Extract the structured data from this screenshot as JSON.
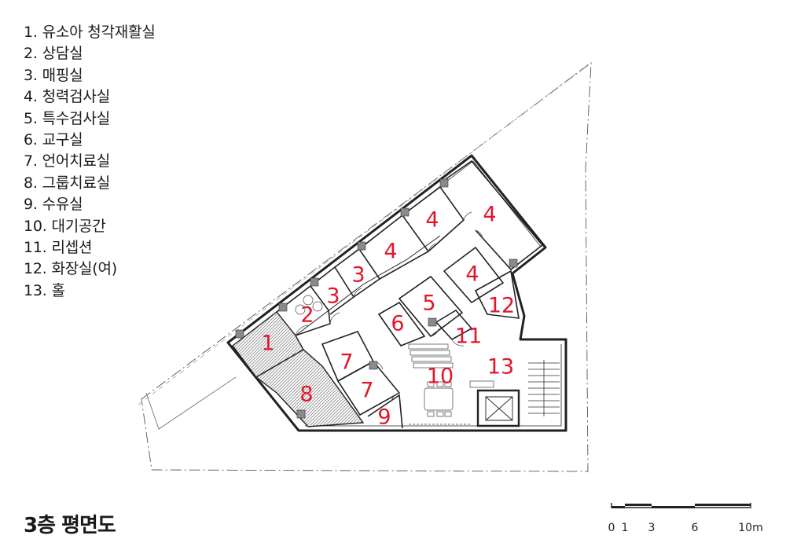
{
  "legend": [
    "1. 유소아 청각재활실",
    "2. 상담실",
    "3. 매핑실",
    "4. 청력검사실",
    "5. 특수검사실",
    "6. 교구실",
    "7. 언어치료실",
    "8. 그룹치료실",
    "9. 수유실",
    "10. 대기공간",
    "11. 리셉션",
    "12. 화장실(여)",
    "13. 홀"
  ],
  "title": "3층 평면도",
  "room_labels": [
    {
      "id": "r1",
      "text": "1"
    },
    {
      "id": "r2",
      "text": "2"
    },
    {
      "id": "r3a",
      "text": "3"
    },
    {
      "id": "r3b",
      "text": "3"
    },
    {
      "id": "r4a",
      "text": "4"
    },
    {
      "id": "r4b",
      "text": "4"
    },
    {
      "id": "r4c",
      "text": "4"
    },
    {
      "id": "r4d",
      "text": "4"
    },
    {
      "id": "r5",
      "text": "5"
    },
    {
      "id": "r6",
      "text": "6"
    },
    {
      "id": "r7a",
      "text": "7"
    },
    {
      "id": "r7b",
      "text": "7"
    },
    {
      "id": "r8",
      "text": "8"
    },
    {
      "id": "r9",
      "text": "9"
    },
    {
      "id": "r10",
      "text": "10"
    },
    {
      "id": "r11",
      "text": "11"
    },
    {
      "id": "r12",
      "text": "12"
    },
    {
      "id": "r13",
      "text": "13"
    }
  ],
  "scale_bar": {
    "ticks": [
      "0",
      "1",
      "3",
      "6",
      "10m"
    ]
  },
  "colors": {
    "room_label": "#e2162b",
    "line": "#222222",
    "hatch": "#9a9a9a"
  }
}
